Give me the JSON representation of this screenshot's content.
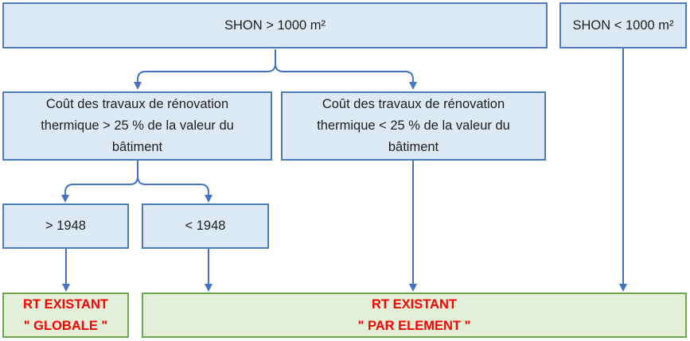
{
  "nodes": {
    "shon_gt": "SHON > 1000 m²",
    "shon_lt": "SHON < 1000 m²",
    "cost_gt": "Coût des travaux de rénovation thermique > 25 % de la valeur du bâtiment",
    "cost_lt": "Coût des travaux de rénovation thermique < 25 % de la valeur du bâtiment",
    "year_gt": "> 1948",
    "year_lt": "< 1948"
  },
  "results": {
    "globale": {
      "line1": "RT EXISTANT",
      "line2": "\" GLOBALE \""
    },
    "par_element": {
      "line1": "RT EXISTANT",
      "line2": "\" PAR ELEMENT \""
    }
  },
  "colors": {
    "box_fill": "#dde9f5",
    "box_border": "#4a7ebb",
    "result_fill": "#e3efd9",
    "result_border": "#6aa84f",
    "result_text": "#ff0000",
    "arrow": "#4472c4"
  }
}
